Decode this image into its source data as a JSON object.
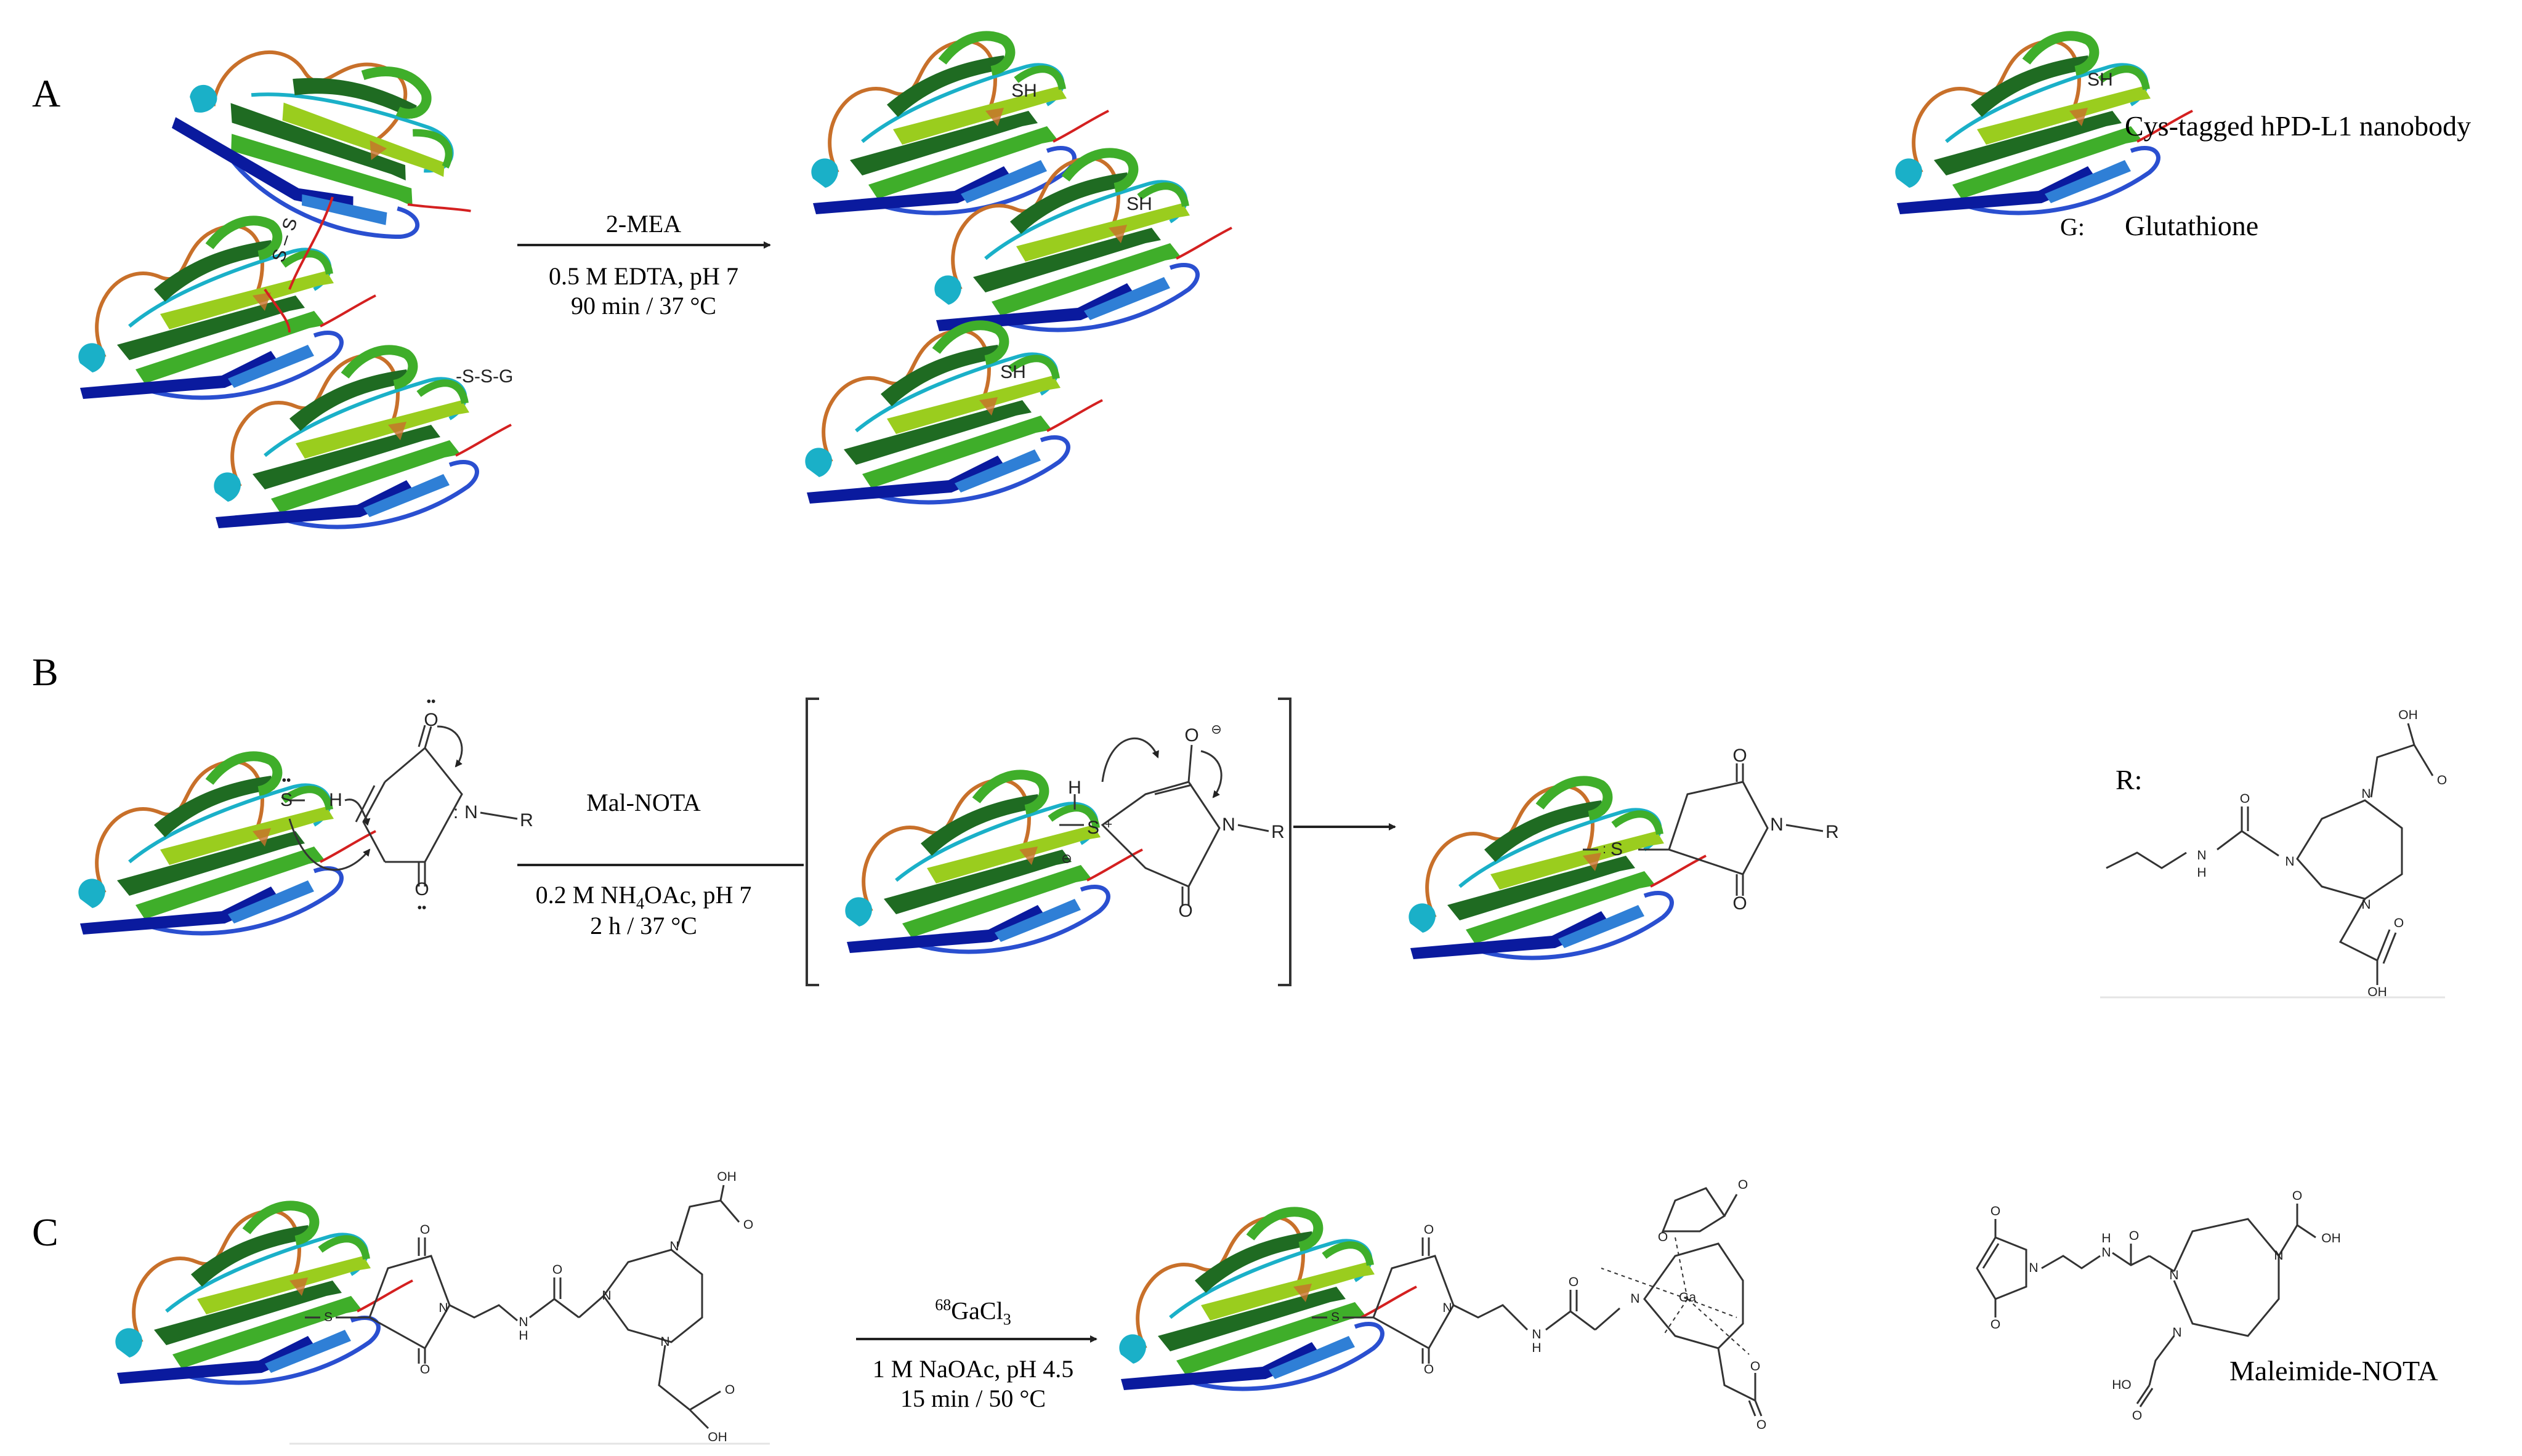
{
  "panels": {
    "a": "A",
    "b": "B",
    "c": "C"
  },
  "conditions": {
    "a": {
      "reagent": "2-MEA",
      "line1": "0.5 M EDTA, pH 7",
      "line2": "90 min / 37 °C"
    },
    "b": {
      "reagent": "Mal-NOTA",
      "line1_pre": "0.2 M NH",
      "line1_sub": "4",
      "line1_post": "OAc, pH 7",
      "line2": "2 h / 37 °C"
    },
    "c": {
      "reagent_sup": "68",
      "reagent_main": "GaCl",
      "reagent_sub": "3",
      "line1": "1 M NaOAc, pH 4.5",
      "line2": "15 min / 50 °C"
    }
  },
  "legend": {
    "nanobody": "Cys-tagged hPD-L1 nanobody",
    "g_key": "G:",
    "g_value": "Glutathione",
    "r_key": "R:",
    "maleimide_nota": "Maleimide-NOTA"
  },
  "atoms": {
    "S": "S",
    "SH": "SH",
    "SSG": "-S-S-G",
    "SS": "S – S",
    "O": "O",
    "N": "N",
    "H": "H",
    "R": "R",
    "OH": "OH",
    "HO": "HO",
    "Ga": "Ga",
    "neg": "⊖",
    "pos": "+",
    "lp_top": "••",
    "lp_side": ":"
  },
  "colors": {
    "helix_dark": "#0a1a9e",
    "helix_light": "#2f7fd6",
    "strand_dark": "#1f6b22",
    "strand_green": "#3fae2a",
    "strand_lime": "#9acd1e",
    "loop_orange": "#c8702a",
    "loop_blue": "#2a4fd0",
    "cyan": "#1ab0c8",
    "tag_red": "#d42020",
    "bond": "#333333"
  }
}
